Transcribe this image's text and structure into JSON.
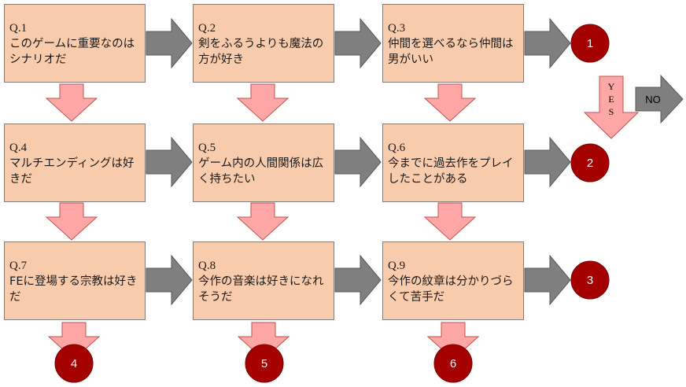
{
  "questions": [
    {
      "num": "Q.1",
      "text": "このゲームに重要なのはシナリオだ"
    },
    {
      "num": "Q.2",
      "text": "剣をふるうよりも魔法の方が好き"
    },
    {
      "num": "Q.3",
      "text": "仲間を選べるなら仲間は男がいい"
    },
    {
      "num": "Q.4",
      "text": "マルチエンディングは好きだ"
    },
    {
      "num": "Q.5",
      "text": "ゲーム内の人間関係は広く持ちたい"
    },
    {
      "num": "Q.6",
      "text": "今までに過去作をプレイしたことがある"
    },
    {
      "num": "Q.7",
      "text": "FEに登場する宗教は好きだ"
    },
    {
      "num": "Q.8",
      "text": "今作の音楽は好きになれそうだ"
    },
    {
      "num": "Q.9",
      "text": "今作の紋章は分かりづらくて苦手だ"
    }
  ],
  "results": [
    "1",
    "2",
    "3",
    "4",
    "5",
    "6"
  ],
  "legend": {
    "yes": "YES",
    "no": "NO"
  },
  "colors": {
    "box_fill": "#f8cbad",
    "yes_arrow": "#ffa7a7",
    "no_arrow": "#7f7f7f",
    "result_circle": "#a50000"
  }
}
